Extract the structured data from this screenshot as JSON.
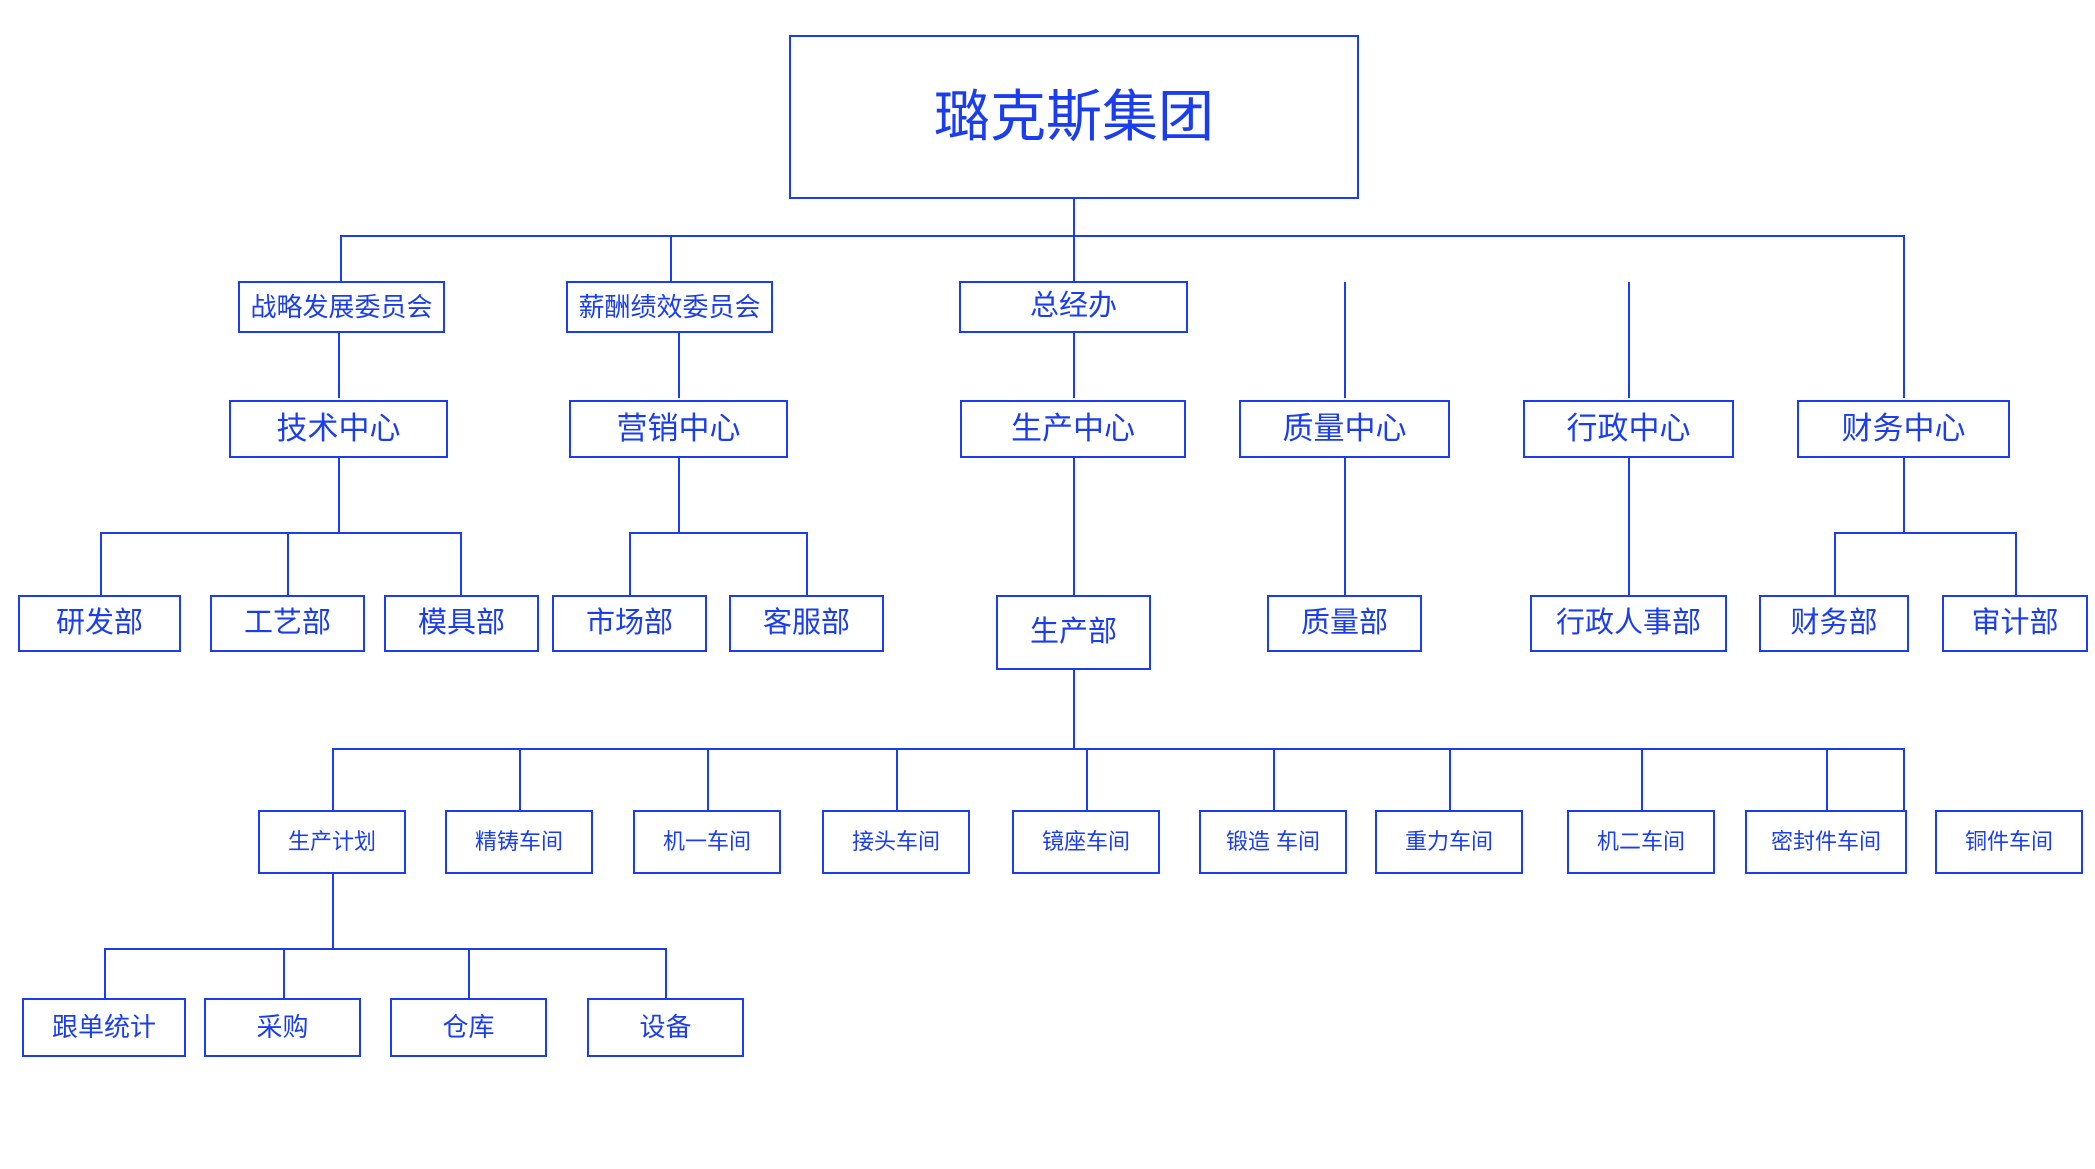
{
  "diagram": {
    "title": "璐克斯集团",
    "type": "organizational-chart",
    "accent_color": "#1a3df0",
    "background_color": "#ffffff",
    "levels": {
      "root": "璐克斯集团",
      "committees": [
        "战略发展委员会",
        "薪酬绩效委员会"
      ],
      "office": "总经办",
      "centers": [
        "技术中心",
        "营销中心",
        "生产中心",
        "质量中心",
        "行政中心",
        "财务中心"
      ],
      "departments": [
        "研发部",
        "工艺部",
        "模具部",
        "市场部",
        "客服部",
        "生产部",
        "质量部",
        "行政人事部",
        "财务部",
        "审计部"
      ],
      "workshops": [
        "生产计划",
        "精铸车间",
        "机一车间",
        "接头车间",
        "镜座车间",
        "锻造 车间",
        "重力车间",
        "机二车间",
        "密封件车间",
        "铜件车间"
      ],
      "planning_units": [
        "跟单统计",
        "采购",
        "仓库",
        "设备"
      ]
    },
    "nodes": {
      "root": "璐克斯集团",
      "c1": "战略发展委员会",
      "c2": "薪酬绩效委员会",
      "office": "总经办",
      "ctr_tech": "技术中心",
      "ctr_mkt": "营销中心",
      "ctr_prod": "生产中心",
      "ctr_qa": "质量中心",
      "ctr_admin": "行政中心",
      "ctr_fin": "财务中心",
      "d_rd": "研发部",
      "d_proc": "工艺部",
      "d_mold": "模具部",
      "d_market": "市场部",
      "d_service": "客服部",
      "d_prod": "生产部",
      "d_qa": "质量部",
      "d_hr": "行政人事部",
      "d_fin": "财务部",
      "d_audit": "审计部",
      "w_plan": "生产计划",
      "w_cast": "精铸车间",
      "w_mach1": "机一车间",
      "w_joint": "接头车间",
      "w_mirror": "镜座车间",
      "w_forge": "锻造 车间",
      "w_gravity": "重力车间",
      "w_mach2": "机二车间",
      "w_seal": "密封件车间",
      "w_copper": "铜件车间",
      "u_track": "跟单统计",
      "u_purchase": "采购",
      "u_warehouse": "仓库",
      "u_equip": "设备"
    }
  }
}
